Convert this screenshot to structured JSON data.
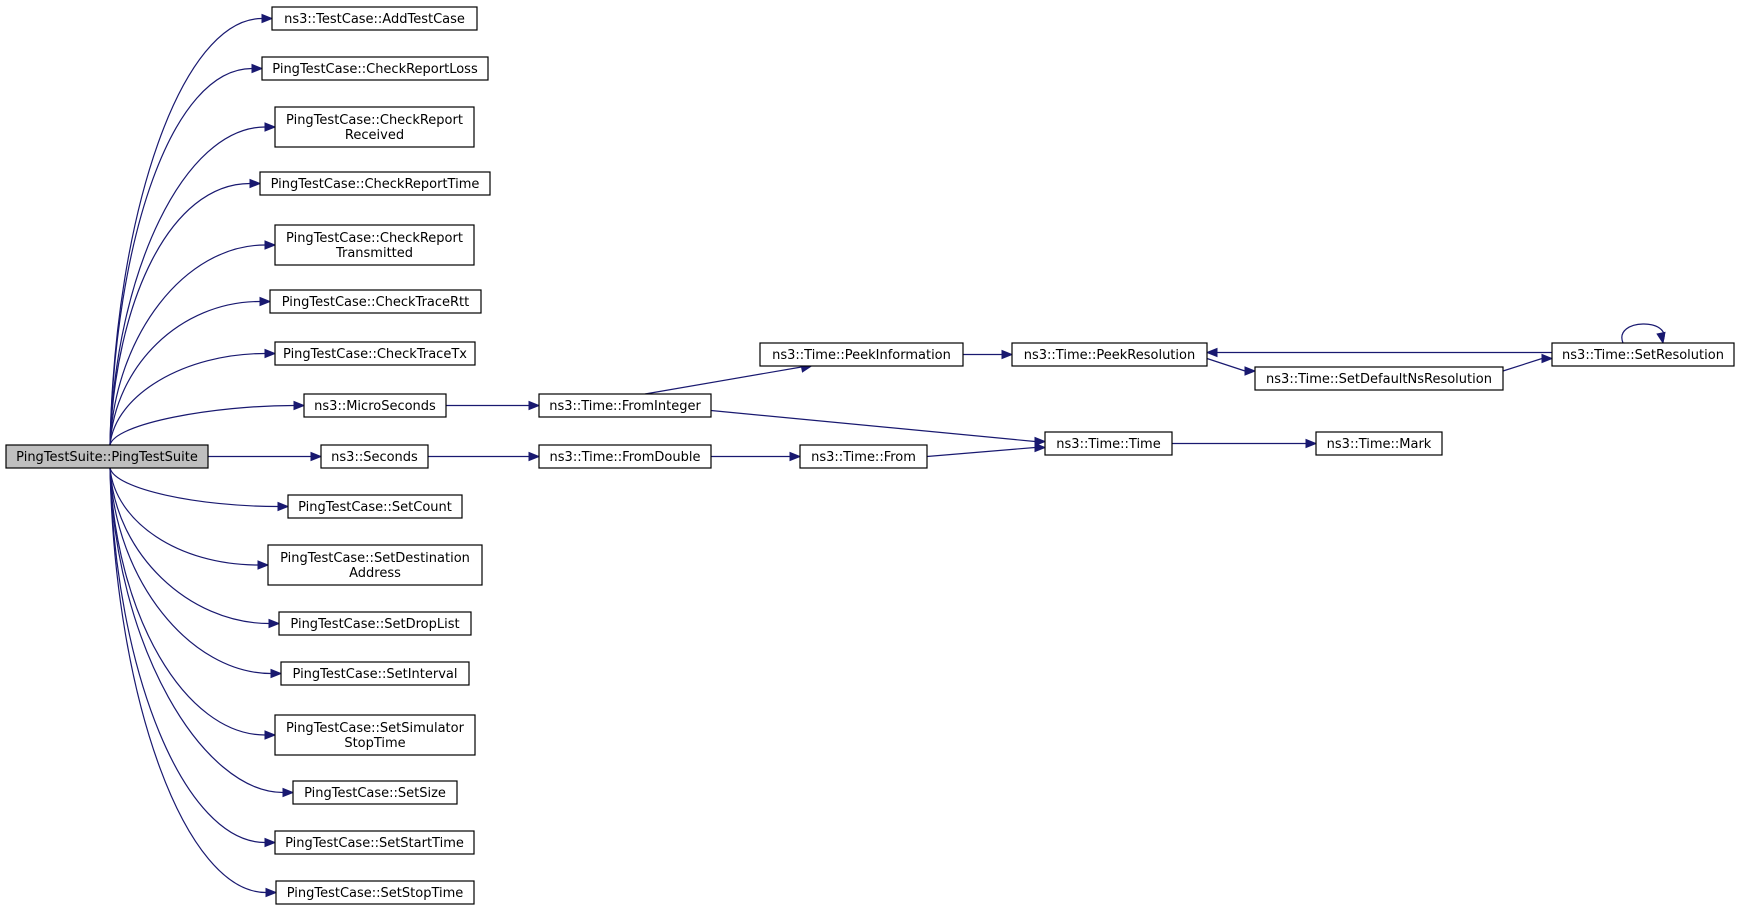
{
  "nodes": [
    {
      "id": "root",
      "lines": [
        "PingTestSuite::PingTestSuite"
      ],
      "root": true
    },
    {
      "id": "addtestcase",
      "lines": [
        "ns3::TestCase::AddTestCase"
      ]
    },
    {
      "id": "checkreportloss",
      "lines": [
        "PingTestCase::CheckReportLoss"
      ]
    },
    {
      "id": "checkreportreceived",
      "lines": [
        "PingTestCase::CheckReport",
        "Received"
      ]
    },
    {
      "id": "checkreporttime",
      "lines": [
        "PingTestCase::CheckReportTime"
      ]
    },
    {
      "id": "checkreporttransmitted",
      "lines": [
        "PingTestCase::CheckReport",
        "Transmitted"
      ]
    },
    {
      "id": "checktracertt",
      "lines": [
        "PingTestCase::CheckTraceRtt"
      ]
    },
    {
      "id": "checktracetx",
      "lines": [
        "PingTestCase::CheckTraceTx"
      ]
    },
    {
      "id": "microseconds",
      "lines": [
        "ns3::MicroSeconds"
      ]
    },
    {
      "id": "seconds",
      "lines": [
        "ns3::Seconds"
      ]
    },
    {
      "id": "setcount",
      "lines": [
        "PingTestCase::SetCount"
      ]
    },
    {
      "id": "setdestinationaddress",
      "lines": [
        "PingTestCase::SetDestination",
        "Address"
      ]
    },
    {
      "id": "setdroplist",
      "lines": [
        "PingTestCase::SetDropList"
      ]
    },
    {
      "id": "setinterval",
      "lines": [
        "PingTestCase::SetInterval"
      ]
    },
    {
      "id": "setsimulatorstoptime",
      "lines": [
        "PingTestCase::SetSimulator",
        "StopTime"
      ]
    },
    {
      "id": "setsize",
      "lines": [
        "PingTestCase::SetSize"
      ]
    },
    {
      "id": "setstarttime",
      "lines": [
        "PingTestCase::SetStartTime"
      ]
    },
    {
      "id": "setstoptime",
      "lines": [
        "PingTestCase::SetStopTime"
      ]
    },
    {
      "id": "frominteger",
      "lines": [
        "ns3::Time::FromInteger"
      ]
    },
    {
      "id": "fromdouble",
      "lines": [
        "ns3::Time::FromDouble"
      ]
    },
    {
      "id": "peekinformation",
      "lines": [
        "ns3::Time::PeekInformation"
      ]
    },
    {
      "id": "from",
      "lines": [
        "ns3::Time::From"
      ]
    },
    {
      "id": "peekresolution",
      "lines": [
        "ns3::Time::PeekResolution"
      ]
    },
    {
      "id": "time",
      "lines": [
        "ns3::Time::Time"
      ]
    },
    {
      "id": "setdefaultnsresolution",
      "lines": [
        "ns3::Time::SetDefaultNsResolution"
      ]
    },
    {
      "id": "mark",
      "lines": [
        "ns3::Time::Mark"
      ]
    },
    {
      "id": "setresolution",
      "lines": [
        "ns3::Time::SetResolution"
      ]
    }
  ],
  "edges": [
    [
      "root",
      "addtestcase"
    ],
    [
      "root",
      "checkreportloss"
    ],
    [
      "root",
      "checkreportreceived"
    ],
    [
      "root",
      "checkreporttime"
    ],
    [
      "root",
      "checkreporttransmitted"
    ],
    [
      "root",
      "checktracertt"
    ],
    [
      "root",
      "checktracetx"
    ],
    [
      "root",
      "microseconds"
    ],
    [
      "root",
      "seconds"
    ],
    [
      "root",
      "setcount"
    ],
    [
      "root",
      "setdestinationaddress"
    ],
    [
      "root",
      "setdroplist"
    ],
    [
      "root",
      "setinterval"
    ],
    [
      "root",
      "setsimulatorstoptime"
    ],
    [
      "root",
      "setsize"
    ],
    [
      "root",
      "setstarttime"
    ],
    [
      "root",
      "setstoptime"
    ],
    [
      "microseconds",
      "frominteger"
    ],
    [
      "seconds",
      "fromdouble"
    ],
    [
      "frominteger",
      "peekinformation"
    ],
    [
      "frominteger",
      "time"
    ],
    [
      "fromdouble",
      "from"
    ],
    [
      "from",
      "time"
    ],
    [
      "peekinformation",
      "peekresolution"
    ],
    [
      "peekresolution",
      "setdefaultnsresolution"
    ],
    [
      "setdefaultnsresolution",
      "setresolution"
    ],
    [
      "setresolution",
      "peekresolution"
    ],
    [
      "setresolution",
      "setresolution"
    ],
    [
      "time",
      "mark"
    ]
  ]
}
